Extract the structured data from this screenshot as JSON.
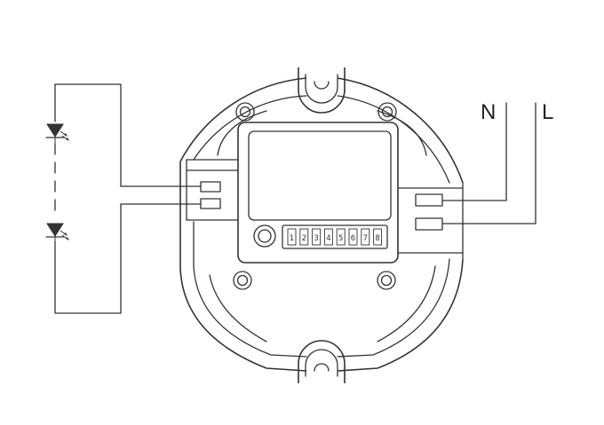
{
  "labels": {
    "neutral": "N",
    "live": "L"
  },
  "dip_switch": {
    "positions": [
      "1",
      "2",
      "3",
      "4",
      "5",
      "6",
      "7",
      "8"
    ]
  }
}
